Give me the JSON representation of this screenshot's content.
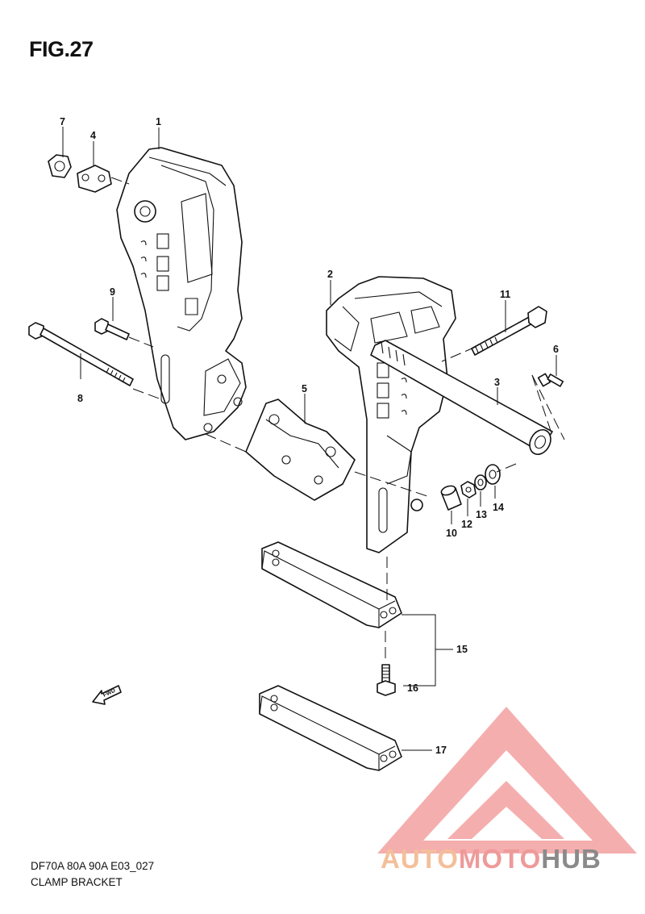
{
  "figure": {
    "title": "FIG.27"
  },
  "footer": {
    "code": "DF70A 80A 90A E03_027",
    "name": "CLAMP BRACKET"
  },
  "fwd_label": "FWD",
  "watermark": {
    "part_a": "AUTO",
    "part_b": "MOTO",
    "part_c": "HUB",
    "color_main": "#ee9a9a",
    "color_accent": "#f3bf9a"
  },
  "callouts": {
    "c1": "1",
    "c2": "2",
    "c3": "3",
    "c4": "4",
    "c5": "5",
    "c6": "6",
    "c7": "7",
    "c8": "8",
    "c9": "9",
    "c10": "10",
    "c11": "11",
    "c12": "12",
    "c13": "13",
    "c14": "14",
    "c15": "15",
    "c16": "16",
    "c17": "17"
  }
}
